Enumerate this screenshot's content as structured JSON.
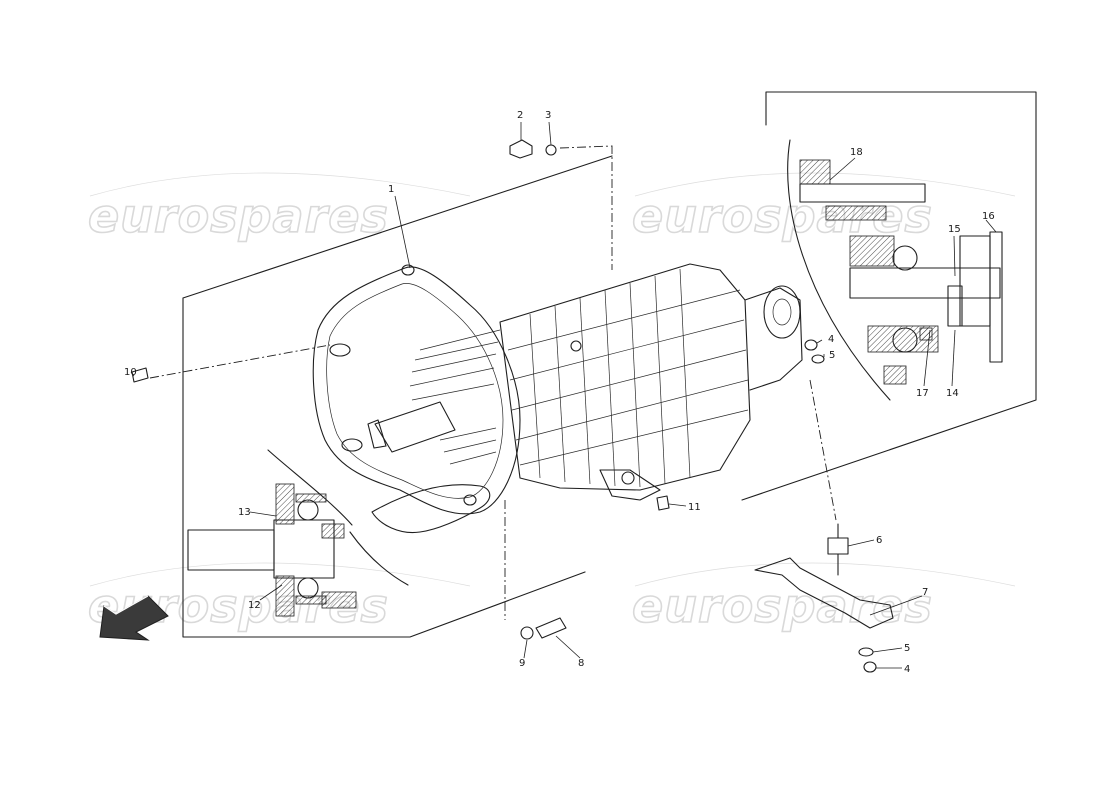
{
  "watermark": {
    "brand_text": "eurospares"
  },
  "callouts": {
    "c1": "1",
    "c2": "2",
    "c3": "3",
    "c4a": "4",
    "c4b": "4",
    "c5a": "5",
    "c5b": "5",
    "c6": "6",
    "c7": "7",
    "c8": "8",
    "c9": "9",
    "c10": "10",
    "c11": "11",
    "c12": "12",
    "c13": "13",
    "c14": "14",
    "c15": "15",
    "c16": "16",
    "c17": "17",
    "c18": "18"
  },
  "colors": {
    "ink": "#1f1f1f",
    "watermark": "#d9d9d9",
    "arrow_fill": "#3a3a3a",
    "background": "#ffffff"
  }
}
